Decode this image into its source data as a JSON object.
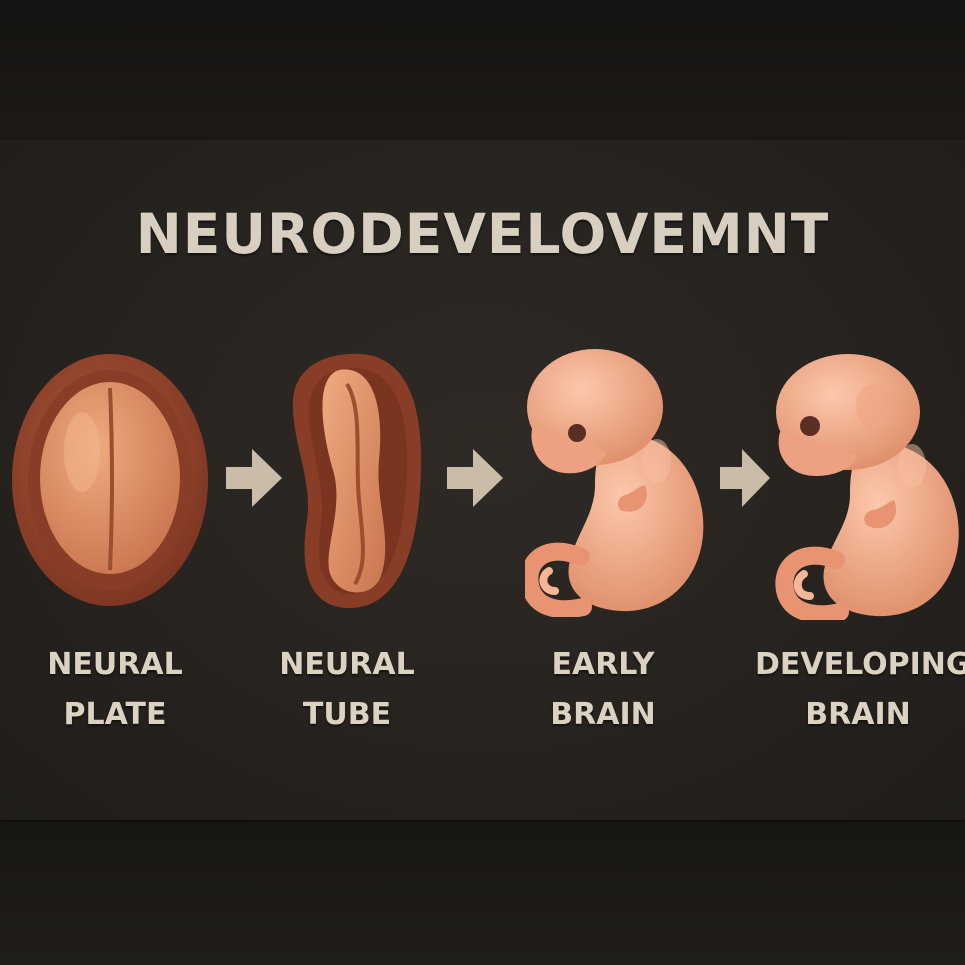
{
  "title": "NEURODEVELOVEMNT",
  "stages": [
    {
      "line1": "NEURAL",
      "line2": "PLATE",
      "icon": "neural-plate-model"
    },
    {
      "line1": "NEURAL",
      "line2": "TUBE",
      "icon": "neural-tube-model"
    },
    {
      "line1": "EARLY",
      "line2": "BRAIN",
      "icon": "embryo-early-model"
    },
    {
      "line1": "DEVELOPING",
      "line2": "BRAIN",
      "icon": "embryo-developing-model"
    }
  ],
  "arrow_icon": "right-arrow-icon",
  "colors": {
    "background": "#27231f",
    "title_text": "#d9cfc0",
    "label_text": "#dcd2c2",
    "dish": "#9a4a30",
    "tissue": "#e69a73",
    "embryo": "#f0a88a",
    "arrow": "#c9bca8"
  }
}
